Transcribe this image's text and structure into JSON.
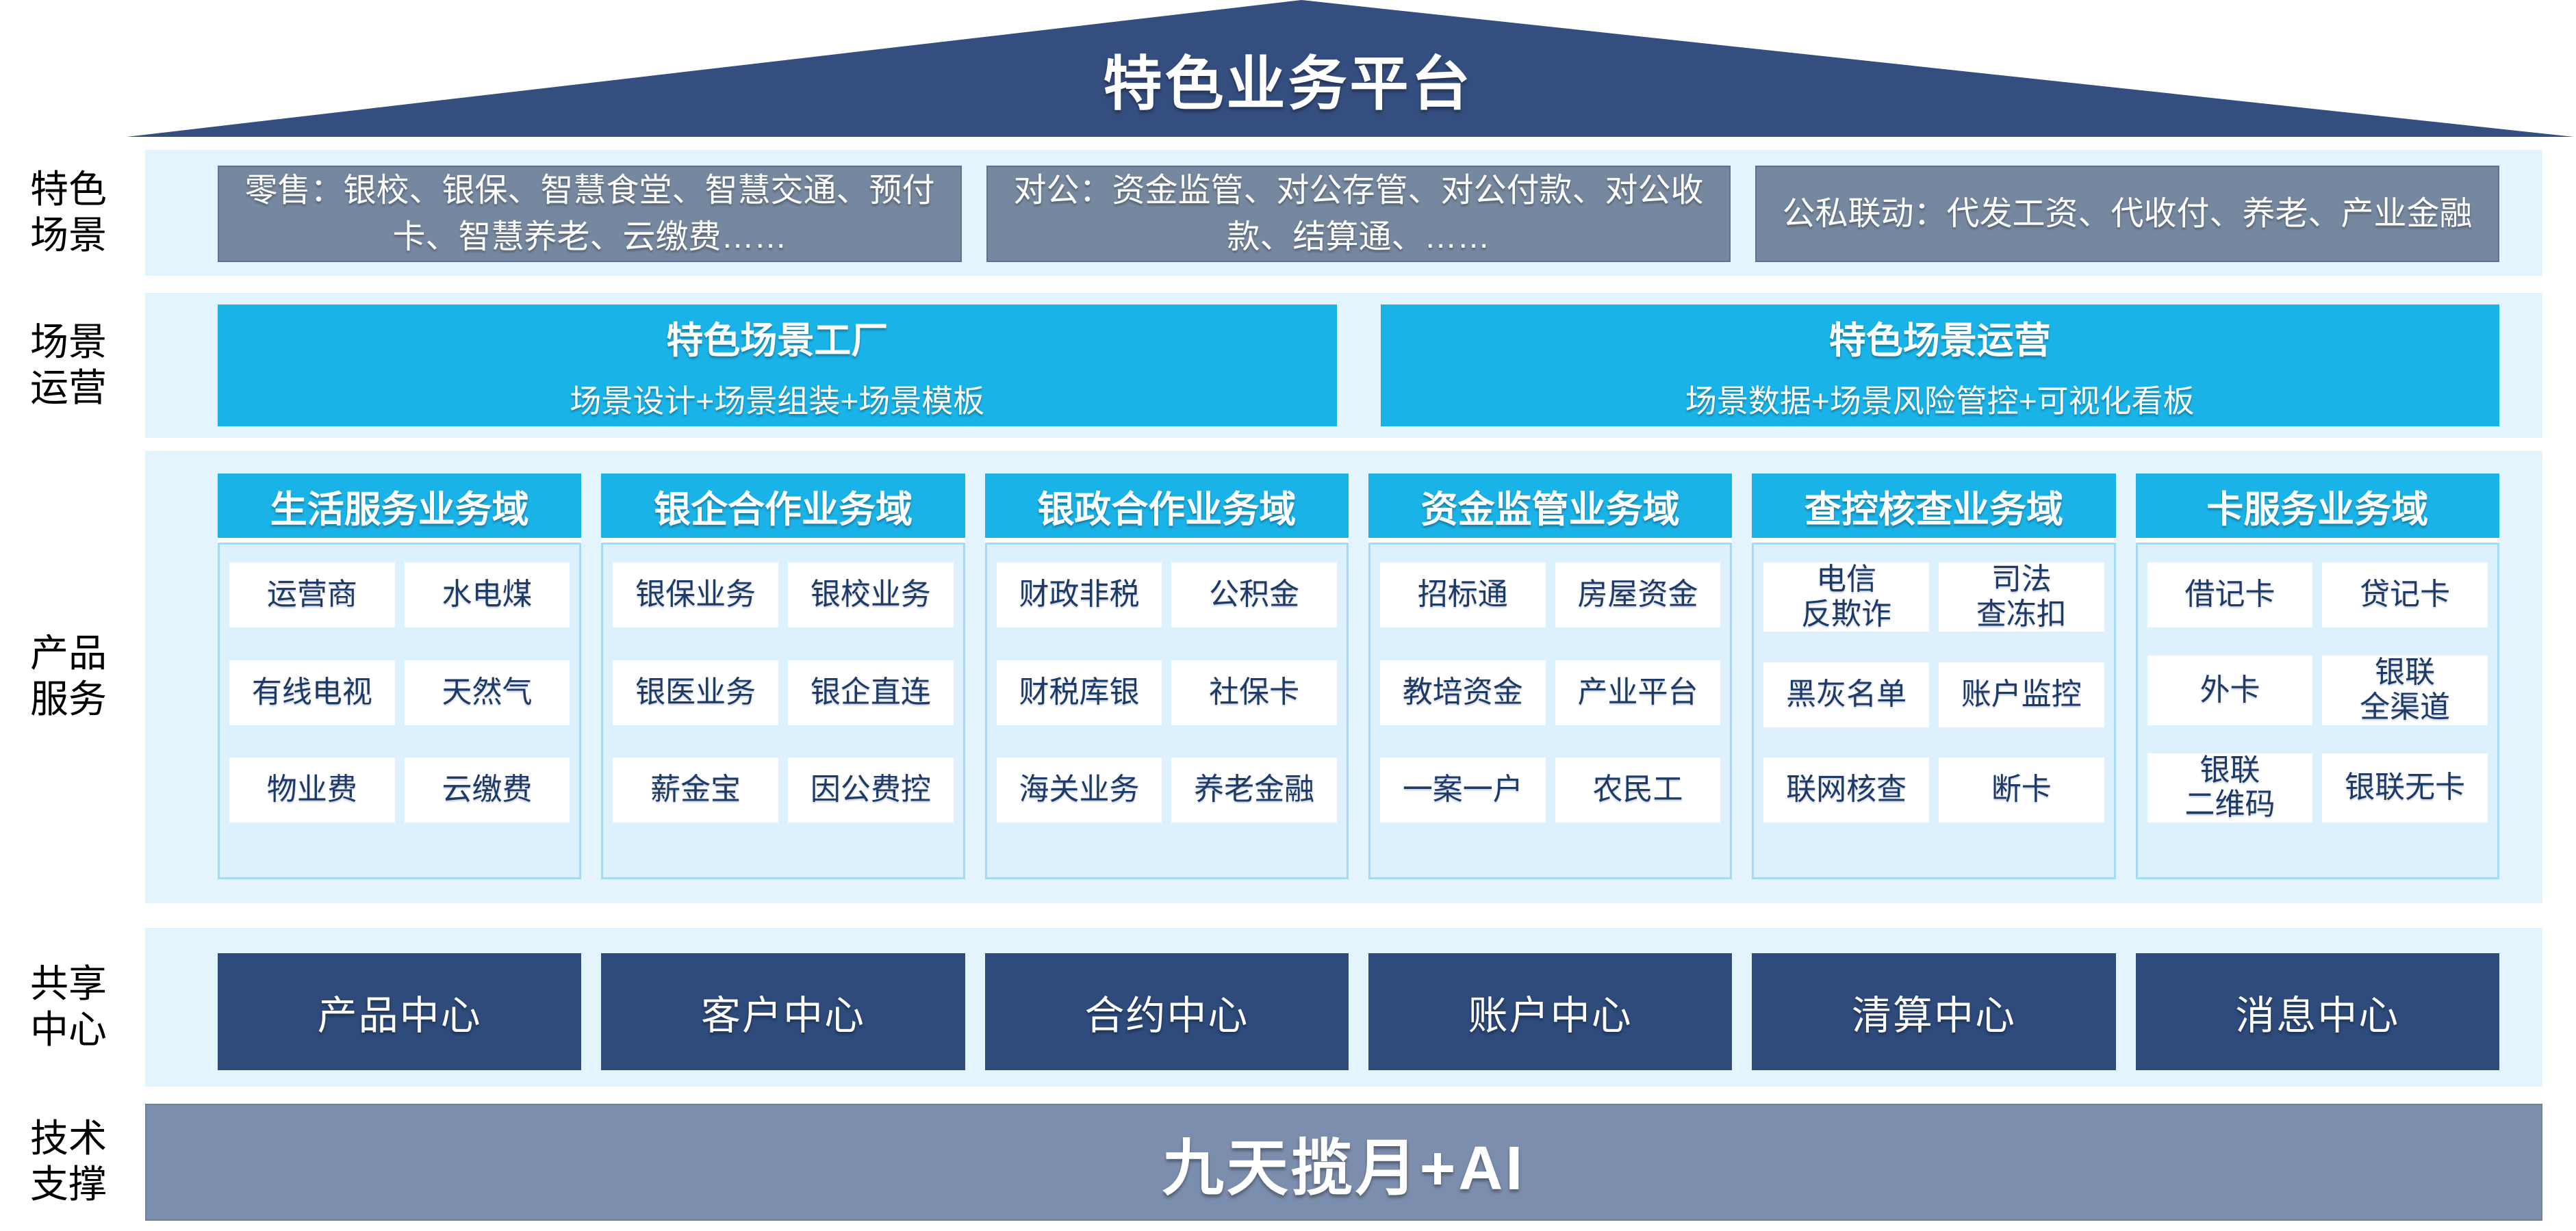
{
  "roof": {
    "title": "特色业务平台"
  },
  "side_labels": [
    [
      "特色",
      "场景"
    ],
    [
      "场景",
      "运营"
    ],
    [
      "产品",
      "服务"
    ],
    [
      "共享",
      "中心"
    ],
    [
      "技术",
      "支撑"
    ]
  ],
  "scene_band": {
    "boxes": [
      "零售：银校、银保、智慧食堂、智慧交通、预付卡、智慧养老、云缴费……",
      "对公：资金监管、对公存管、对公付款、对公收款、结算通、……",
      "公私联动：代发工资、代收付、养老、产业金融"
    ]
  },
  "operation_band": {
    "boxes": [
      {
        "title": "特色场景工厂",
        "subtitle": "场景设计+场景组装+场景模板"
      },
      {
        "title": "特色场景运营",
        "subtitle": "场景数据+场景风险管控+可视化看板"
      }
    ]
  },
  "product_band": {
    "columns": [
      {
        "header": "生活服务业务域",
        "cells": [
          "运营商",
          "水电煤",
          "有线电视",
          "天然气",
          "物业费",
          "云缴费"
        ]
      },
      {
        "header": "银企合作业务域",
        "cells": [
          "银保业务",
          "银校业务",
          "银医业务",
          "银企直连",
          "薪金宝",
          "因公费控"
        ]
      },
      {
        "header": "银政合作业务域",
        "cells": [
          "财政非税",
          "公积金",
          "财税库银",
          "社保卡",
          "海关业务",
          "养老金融"
        ]
      },
      {
        "header": "资金监管业务域",
        "cells": [
          "招标通",
          "房屋资金",
          "教培资金",
          "产业平台",
          "一案一户",
          "农民工"
        ]
      },
      {
        "header": "查控核查业务域",
        "cells": [
          "电信\n反欺诈",
          "司法\n查冻扣",
          "黑灰名单",
          "账户监控",
          "联网核查",
          "断卡"
        ]
      },
      {
        "header": "卡服务业务域",
        "cells": [
          "借记卡",
          "贷记卡",
          "外卡",
          "银联\n全渠道",
          "银联\n二维码",
          "银联无卡"
        ]
      }
    ]
  },
  "share_band": {
    "boxes": [
      "产品中心",
      "客户中心",
      "合约中心",
      "账户中心",
      "清算中心",
      "消息中心"
    ]
  },
  "tech_band": {
    "label": "九天揽月+AI"
  },
  "colors": {
    "roof_navy": "#354e80",
    "center_navy": "#2e4b7c",
    "cyan": "#1ab3e8",
    "band_background": "#e4f4fd",
    "column_body_background": "#dcf1fc",
    "column_border": "#a5daf4",
    "gray_box": "#76889f",
    "tech_gray": "#7c8ead",
    "cell_text_navy": "#1e3a66"
  }
}
